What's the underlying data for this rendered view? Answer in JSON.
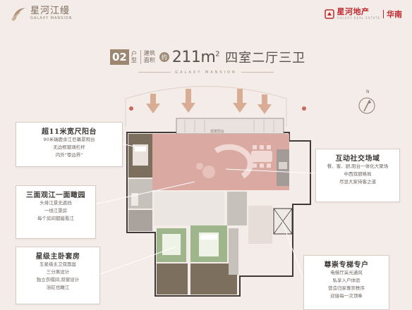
{
  "header": {
    "brand_cn": "星河江缦",
    "brand_en": "GALAXY MANSION",
    "developer_cn": "星河地产",
    "developer_city": "华南",
    "developer_en": "GALAXY REAL ESTATE"
  },
  "title": {
    "unit_number": "02",
    "unit_sub": "户型",
    "area_label": "建筑面积",
    "approx": "约",
    "area_value": "211m",
    "area_sup": "2",
    "layout": "四室二厅三卫",
    "subtitle": "GALAXY MANSION"
  },
  "plan": {
    "balcony_label": "观景阳台",
    "compass_n": "N"
  },
  "callouts": [
    {
      "heading": "超11米宽尺阳台",
      "lines": [
        "90米瑞鹿余江巨幕景观台",
        "无边框玻璃栏杆",
        "内外\"零边界\""
      ]
    },
    {
      "heading": "三面观江一面瞰园",
      "lines": [
        "头排江景无遮挡",
        "一线江景房",
        "每个房间都能看江"
      ]
    },
    {
      "heading": "星级主卧套房",
      "lines": [
        "五星级主卫双面盆",
        "三分离设计",
        "独立衣帽间,双窗设计",
        "浴缸也瞰江"
      ]
    },
    {
      "heading": "互动社交场域",
      "lines": [
        "餐、客、厨,阳台一体化大聚场",
        "中西双厨格局",
        "尽显大家待客之道"
      ]
    },
    {
      "heading": "尊崇专梯专户",
      "lines": [
        "电梯厅采光通风",
        "私享入户体验",
        "营造归家尊崇秩序",
        "迎接每一次顶奉"
      ]
    }
  ],
  "colors": {
    "background": "#f3ece9",
    "living_area": "#d9a9a2",
    "bedroom": "#7c6f5e",
    "master_green": "#9fb58c",
    "accent": "#9c8773",
    "brand_red": "#c0282d",
    "arrow": "#d3a28a"
  }
}
